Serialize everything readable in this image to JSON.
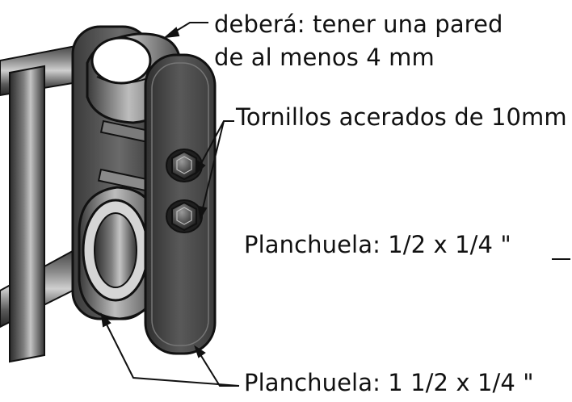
{
  "labels": {
    "wall_line_1": "deberá: tener una pared",
    "wall_line_2": "de al menos 4 mm",
    "screws": "Tornillos acerados de 10mm",
    "plate_small": "Planchuela:  1/2 x 1/4 \"",
    "plate_large": "Planchuela:  1 1/2 x 1/4 \""
  },
  "colors": {
    "ink": "#111111",
    "steel_dark": "#3a3a3a",
    "steel_mid": "#6e6e6e",
    "steel_light": "#b9b9b9"
  }
}
